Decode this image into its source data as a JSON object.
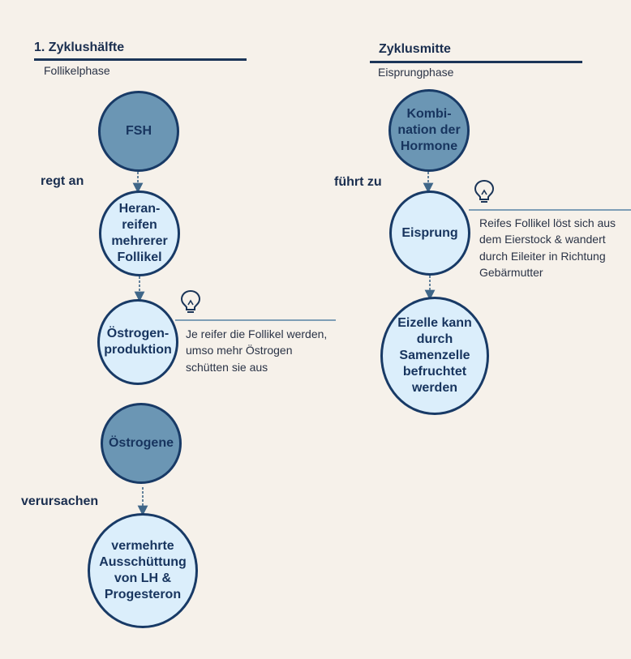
{
  "left": {
    "title": "1. Zyklushälfte",
    "subtitle": "Follikelphase",
    "nodes": {
      "fsh": "FSH",
      "heranreifen": "Heran-\nreifen\nmehrerer\nFollikel",
      "oestrogenproduktion": "Östrogen-\nproduktion",
      "oestrogene": "Östrogene",
      "vermehrte": "vermehrte\nAusschüttung\nvon LH &\nProgesteron"
    },
    "labels": {
      "regt_an": "regt an",
      "verursachen": "verursachen"
    },
    "note": "Je reifer die Follikel werden,\numso mehr Östrogen\nschütten sie aus"
  },
  "right": {
    "title": "Zyklusmitte",
    "subtitle": "Eisprungphase",
    "nodes": {
      "kombination": "Kombi-\nnation der\nHormone",
      "eisprung": "Eisprung",
      "eizelle": "Eizelle kann\ndurch\nSamenzelle\nbefruchtet\nwerden"
    },
    "labels": {
      "fuehrt_zu": "führt zu"
    },
    "note": "Reifes Follikel löst sich aus\ndem Eierstock & wandert\ndurch Eileiter in Richtung\nGebärmutter"
  },
  "colors": {
    "background": "#f6f1ea",
    "node_dark": "#6b96b4",
    "node_light": "#dbeefb",
    "border": "#183a66",
    "text": "#1a2e4f"
  },
  "icons": [
    "lightbulb-icon",
    "lightbulb-icon"
  ]
}
